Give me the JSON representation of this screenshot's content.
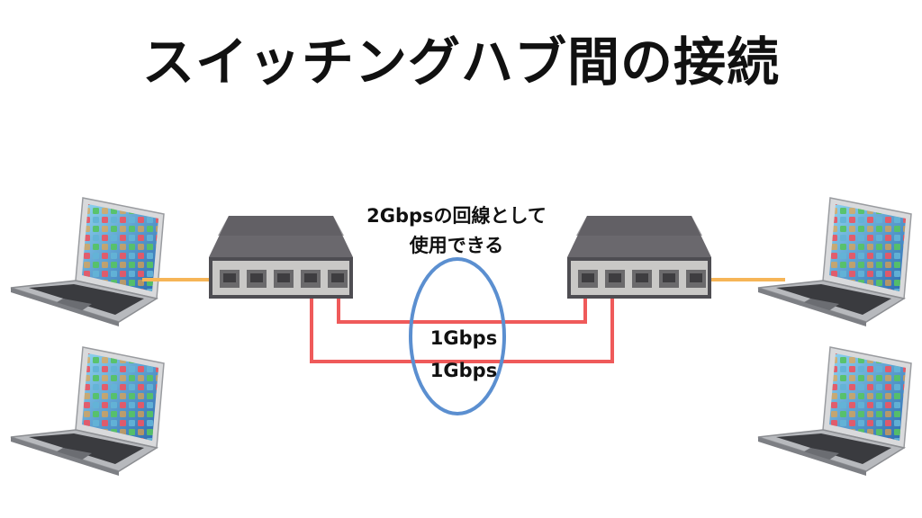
{
  "title": "スイッチングハブ間の接続",
  "annotation": {
    "line1": "2Gbpsの回線として",
    "line2": "使用できる"
  },
  "links": [
    {
      "label": "1Gbps"
    },
    {
      "label": "1Gbps"
    }
  ],
  "colors": {
    "link_cable": "#ef5a5a",
    "pc_cable": "#f6b557",
    "highlight_ellipse": "#5b8fd0",
    "switch_body": "#4e4d52",
    "switch_top": "#6a686d",
    "switch_front": "#c9c8c6"
  }
}
